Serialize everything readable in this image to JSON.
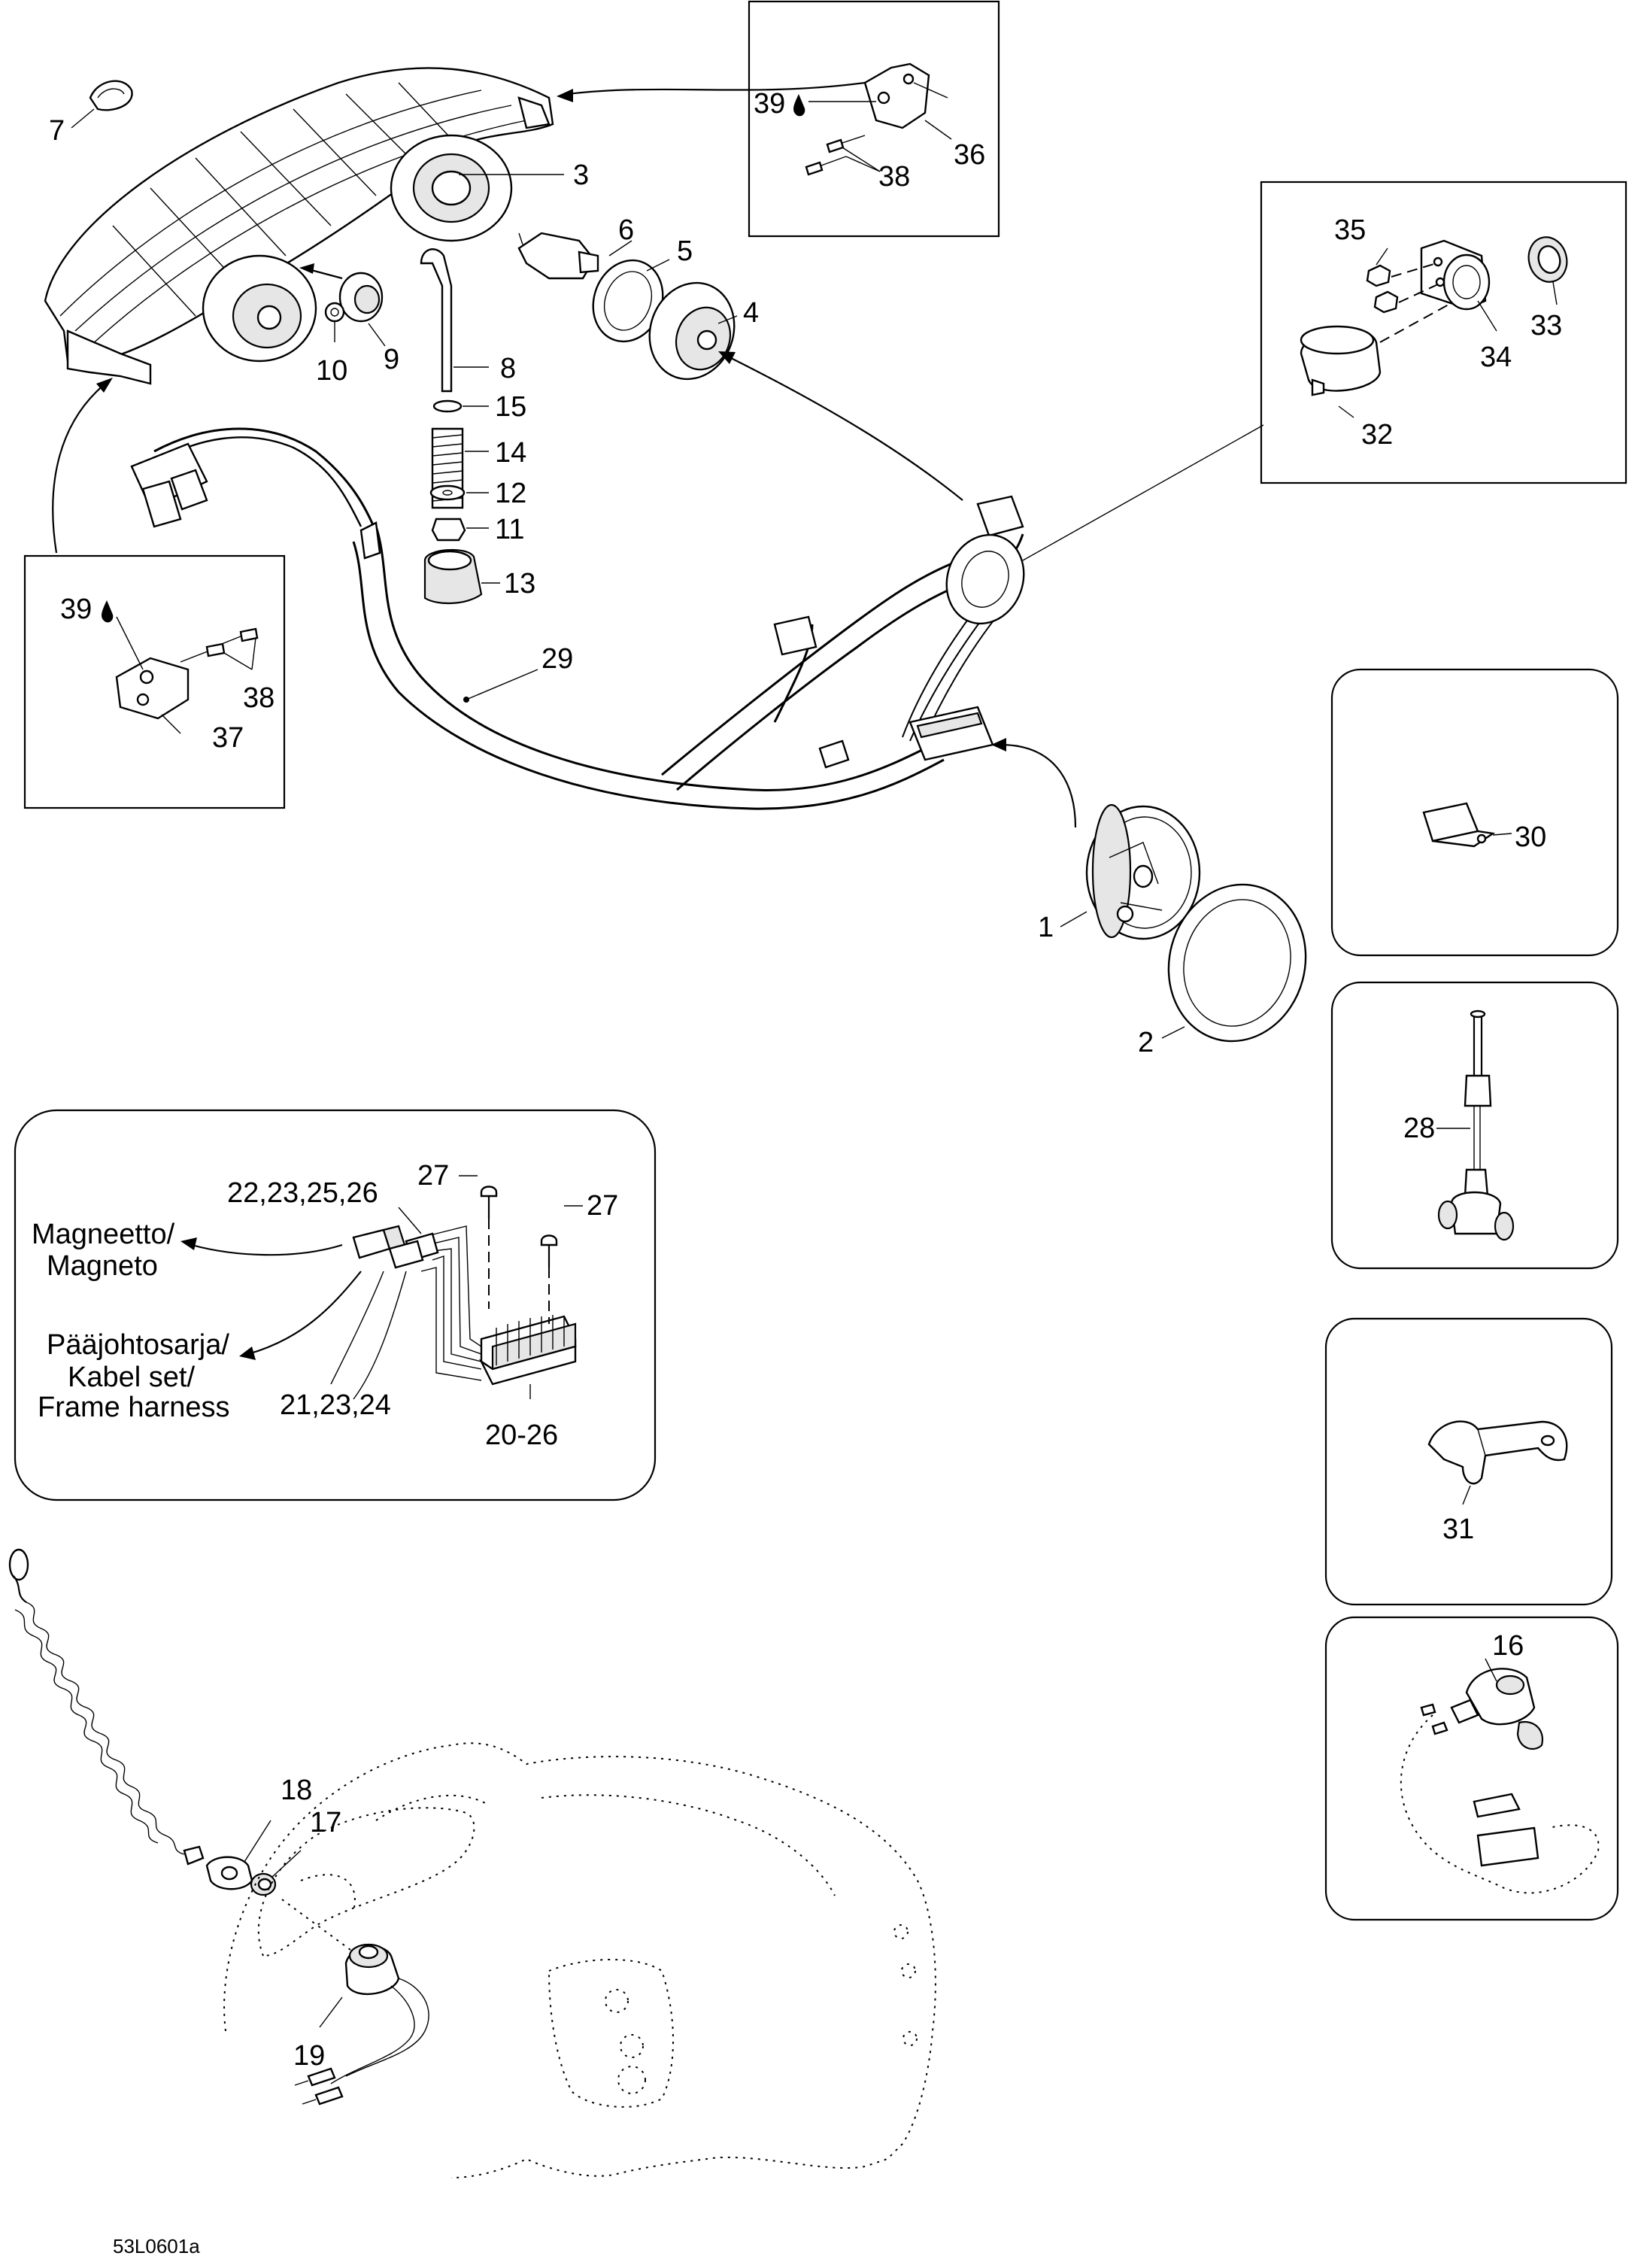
{
  "callouts": {
    "c1": "1",
    "c2": "2",
    "c3": "3",
    "c4": "4",
    "c5": "5",
    "c6": "6",
    "c7": "7",
    "c8": "8",
    "c9": "9",
    "c10": "10",
    "c11": "11",
    "c12": "12",
    "c13": "13",
    "c14": "14",
    "c15": "15",
    "c16": "16",
    "c17": "17",
    "c18": "18",
    "c19": "19",
    "c20_26": "20-26",
    "c21_23_24": "21,23,24",
    "c22_23_25_26": "22,23,25,26",
    "c27a": "27",
    "c27b": "27",
    "c28": "28",
    "c29": "29",
    "c30": "30",
    "c31": "31",
    "c32": "32",
    "c33": "33",
    "c34": "34",
    "c35": "35",
    "c36": "36",
    "c37": "37",
    "c38a": "38",
    "c38b": "38",
    "c39a": "39",
    "c39b": "39"
  },
  "labels": {
    "magneto_line1": "Magneetto/",
    "magneto_line2": "Magneto",
    "harness_line1": "Pääjohtosarja/",
    "harness_line2": "Kabel set/",
    "harness_line3": "Frame harness"
  },
  "footer": {
    "drawing_code": "53L0601a"
  }
}
